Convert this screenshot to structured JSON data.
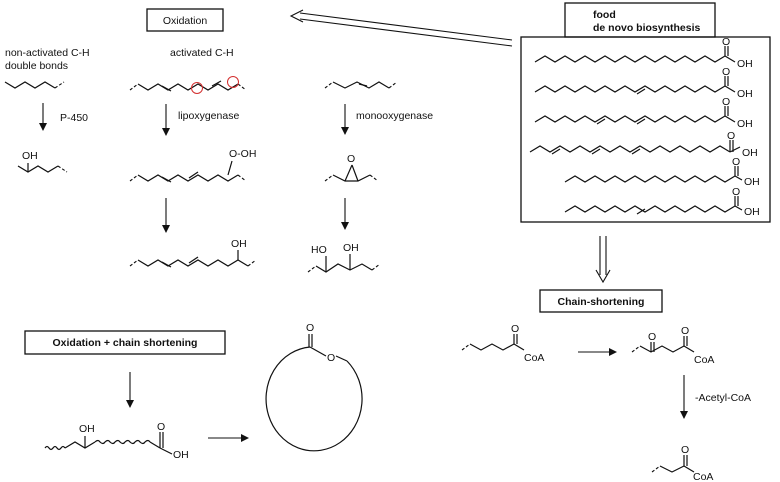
{
  "headers": {
    "oxidation": "Oxidation",
    "food_line1": "food",
    "food_line2": "de novo biosynthesis",
    "chain_shortening": "Chain-shortening",
    "oxidation_chain": "Oxidation + chain shortening"
  },
  "substrates": {
    "non_activated_line1": "non-activated C-H",
    "non_activated_line2": "double bonds",
    "activated": "activated C-H"
  },
  "enzymes": {
    "p450": "P-450",
    "lipoxygenase": "lipoxygenase",
    "monooxygenase": "monooxygenase",
    "acetyl_coa": "-Acetyl-CoA"
  },
  "atoms": {
    "oh": "OH",
    "ho": "HO",
    "o": "O",
    "ooh": "O-OH",
    "coa": "CoA"
  }
}
